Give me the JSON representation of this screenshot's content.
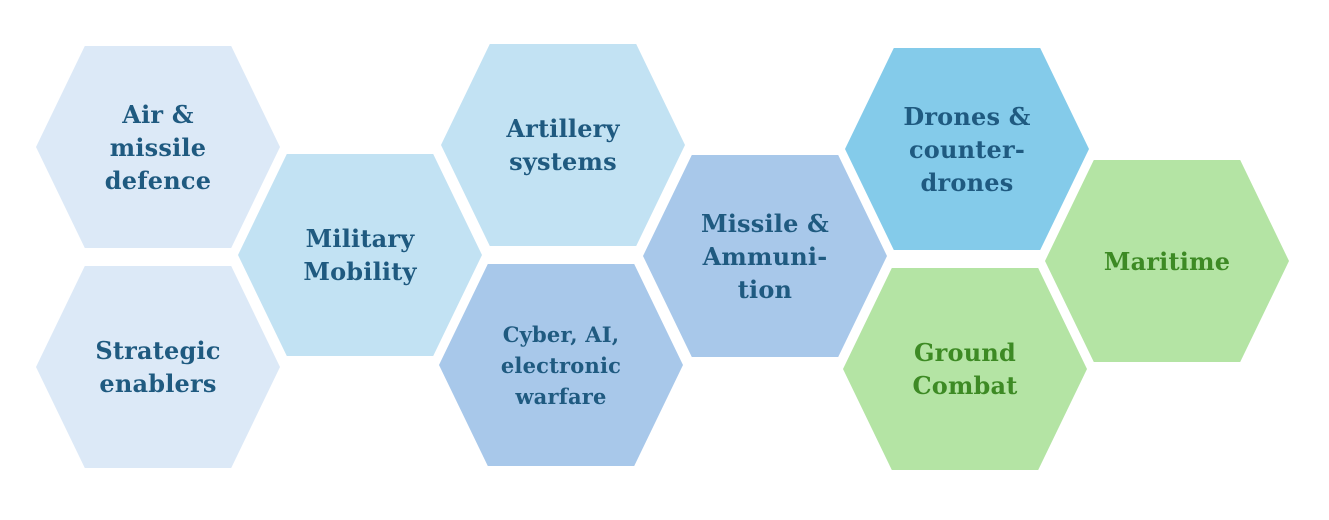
{
  "hexagons": [
    {
      "label": "Air &\nmissile\ndefence",
      "fill": "#dce9f7",
      "text_color": "#1f5a80"
    },
    {
      "label": "Strategic\nenablers",
      "fill": "#dce9f7",
      "text_color": "#1f5a80"
    },
    {
      "label": "Military\nMobility",
      "fill": "#c2e2f3",
      "text_color": "#1f5a80"
    },
    {
      "label": "Artillery\nsystems",
      "fill": "#c2e2f3",
      "text_color": "#1f5a80"
    },
    {
      "label": "Cyber, AI,\nelectronic\nwarfare",
      "fill": "#a8c8ea",
      "text_color": "#1f5a80"
    },
    {
      "label": "Missile &\nAmmuni-\ntion",
      "fill": "#a8c8ea",
      "text_color": "#1f5a80"
    },
    {
      "label": "Drones &\ncounter-\ndrones",
      "fill": "#84cbea",
      "text_color": "#1f5a80"
    },
    {
      "label": "Ground\nCombat",
      "fill": "#b4e4a4",
      "text_color": "#3d8a24"
    },
    {
      "label": "Maritime",
      "fill": "#b4e4a4",
      "text_color": "#3d8a24"
    }
  ]
}
